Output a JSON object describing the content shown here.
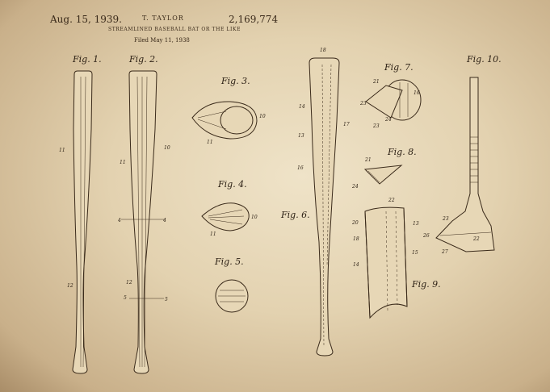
{
  "header": {
    "date": "Aug. 15, 1939.",
    "inventor": "T. TAYLOR",
    "patent_number": "2,169,774",
    "title": "STREAMLINED BASEBALL BAT OR THE LIKE",
    "filed": "Filed May 11, 1938"
  },
  "figures": {
    "fig1": "Fig. 1.",
    "fig2": "Fig. 2.",
    "fig3": "Fig. 3.",
    "fig4": "Fig. 4.",
    "fig5": "Fig. 5.",
    "fig6": "Fig. 6.",
    "fig7": "Fig. 7.",
    "fig8": "Fig. 8.",
    "fig9": "Fig. 9.",
    "fig10": "Fig. 10."
  },
  "refs": {
    "r11a": "11",
    "r12a": "12",
    "r11b": "11",
    "r10b": "10",
    "r4a": "4",
    "r4b": "4",
    "r12b": "12",
    "r5a": "5",
    "r5b": "5",
    "r10c": "10",
    "r11c": "11",
    "r10d": "10",
    "r11d": "11",
    "r18": "18",
    "r14": "14",
    "r13": "13",
    "r17": "17",
    "r16": "16",
    "r21a": "21",
    "r16g": "16",
    "r23a": "23",
    "r23b": "23",
    "r24a": "24",
    "r21b": "21",
    "r24b": "24",
    "r22": "22",
    "r13b": "13",
    "r20": "20",
    "r18b": "18",
    "r15": "15",
    "r14b": "14",
    "r23c": "23",
    "r26": "26",
    "r27": "27",
    "r22b": "22"
  }
}
